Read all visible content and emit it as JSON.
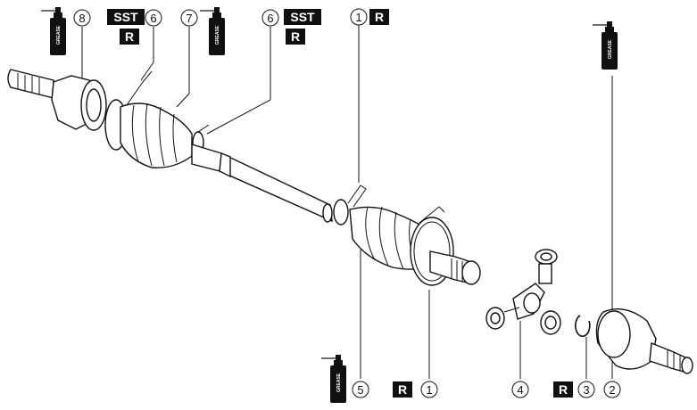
{
  "callouts": {
    "c8": "8",
    "c6a": "6",
    "c7": "7",
    "c6b": "6",
    "c1a": "1",
    "c5": "5",
    "c1b": "1",
    "c4": "4",
    "c3": "3",
    "c2": "2"
  },
  "badges": {
    "sst_a": "SST",
    "r_a": "R",
    "sst_b": "SST",
    "r_b": "R",
    "r_1a": "R",
    "r_1b": "R",
    "r_3": "R"
  },
  "grease_label": "GREASE",
  "icons": [
    "grease-can-icon",
    "circled-number-icon",
    "sst-tool-badge",
    "replace-part-badge"
  ]
}
